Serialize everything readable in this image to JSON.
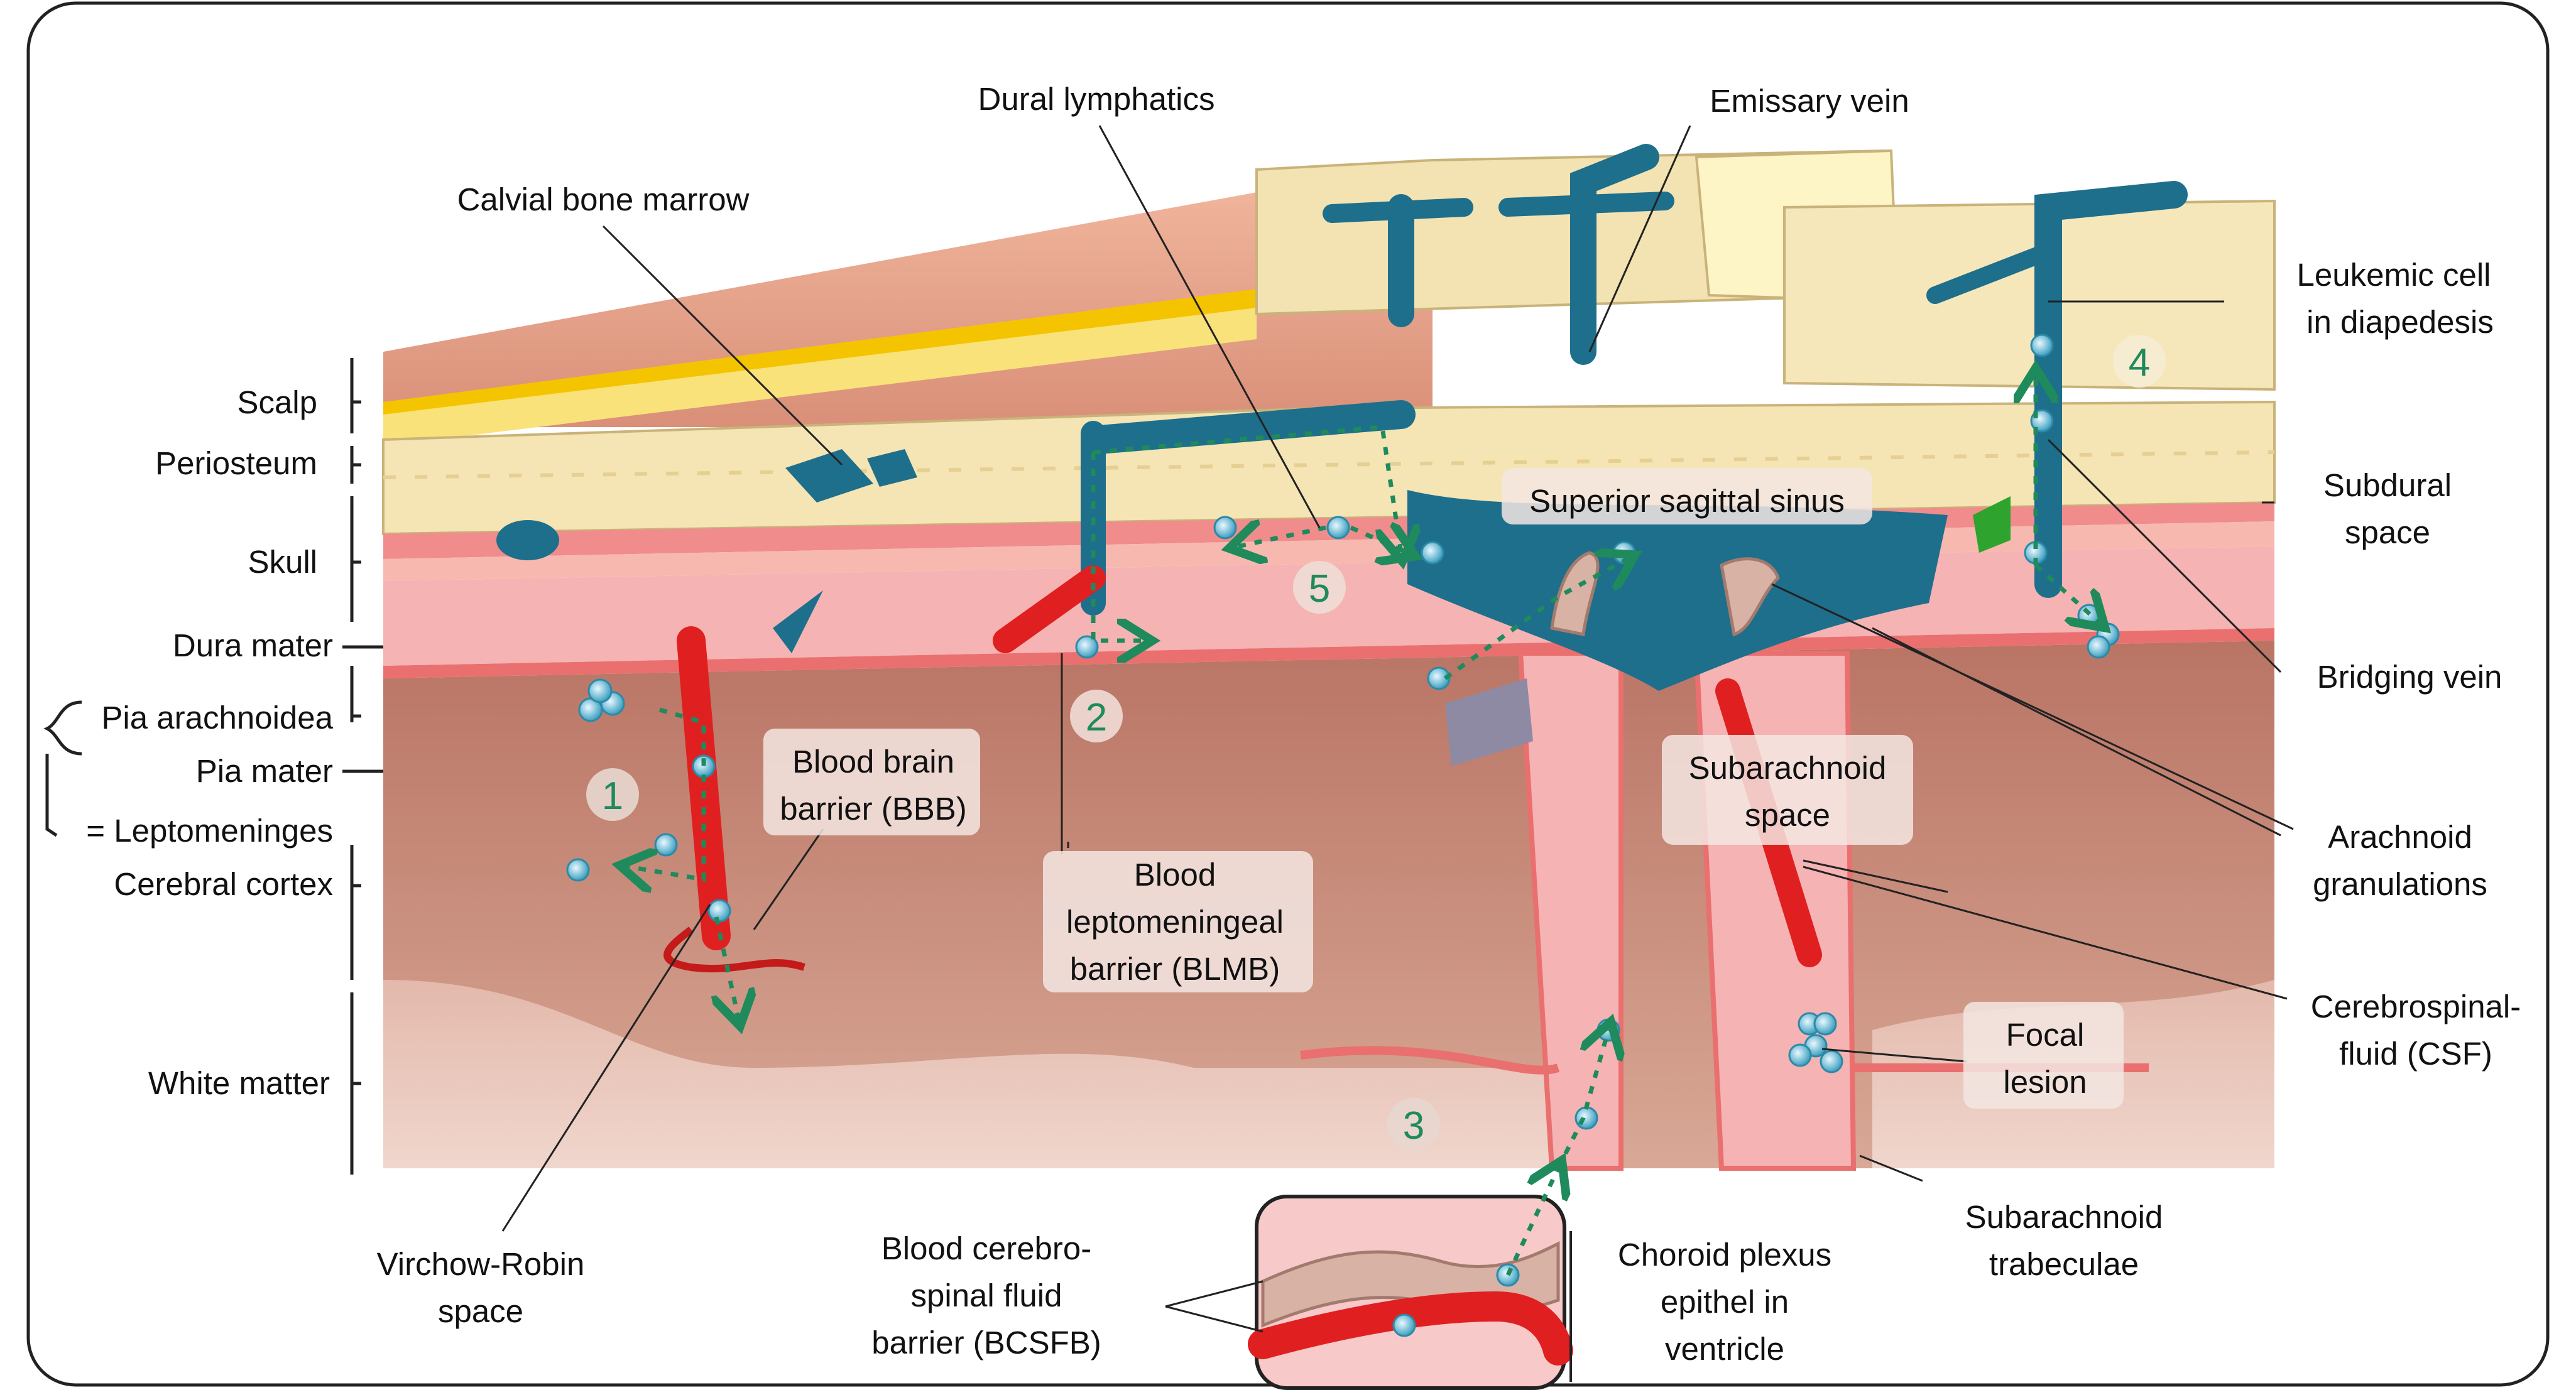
{
  "labels": {
    "scalp": "Scalp",
    "periosteum": "Periosteum",
    "skull": "Skull",
    "dura_mater": "Dura mater",
    "pia_arachnoidea": "Pia arachnoidea",
    "pia_mater": "Pia mater",
    "leptomeninges": "= Leptomeninges",
    "cerebral_cortex": "Cerebral cortex",
    "white_matter": "White matter",
    "calvial_bone_marrow": "Calvial bone marrow",
    "dural_lymphatics": "Dural lymphatics",
    "emissary_vein": "Emissary vein",
    "leukemic_cell": [
      "Leukemic cell",
      "in diapedesis"
    ],
    "subdural_space": [
      "Subdural",
      "space"
    ],
    "bridging_vein": "Bridging vein",
    "arachnoid_granulations": [
      "Arachnoid",
      "granulations"
    ],
    "csf": [
      "Cerebrospinal-",
      "fluid (CSF)"
    ],
    "subarachnoid_trabeculae": [
      "Subarachnoid",
      "trabeculae"
    ],
    "choroid_plexus": [
      "Choroid plexus",
      "epithel in",
      "ventricle"
    ],
    "bcsfb": [
      "Blood cerebro-",
      "spinal fluid",
      "barrier (BCSFB)"
    ],
    "virchow_robin": [
      "Virchow-Robin",
      "space"
    ],
    "superior_sagittal_sinus": "Superior sagittal sinus",
    "bbb": [
      "Blood brain",
      "barrier (BBB)"
    ],
    "blmb": [
      "Blood",
      "leptomeningeal",
      "barrier (BLMB)"
    ],
    "subarachnoid_space": [
      "Subarachnoid",
      "space"
    ],
    "focal_lesion": [
      "Focal",
      "lesion"
    ]
  },
  "routes": [
    "1",
    "2",
    "3",
    "4",
    "5"
  ],
  "colors": {
    "vein": "#1d6f8c",
    "artery": "#e02020",
    "bone": "#f3e3b2",
    "dura": "#f08c8c",
    "cortex": "#c98f82",
    "white_matter": "#e6c4b8",
    "arrow": "#1f8a5c"
  }
}
